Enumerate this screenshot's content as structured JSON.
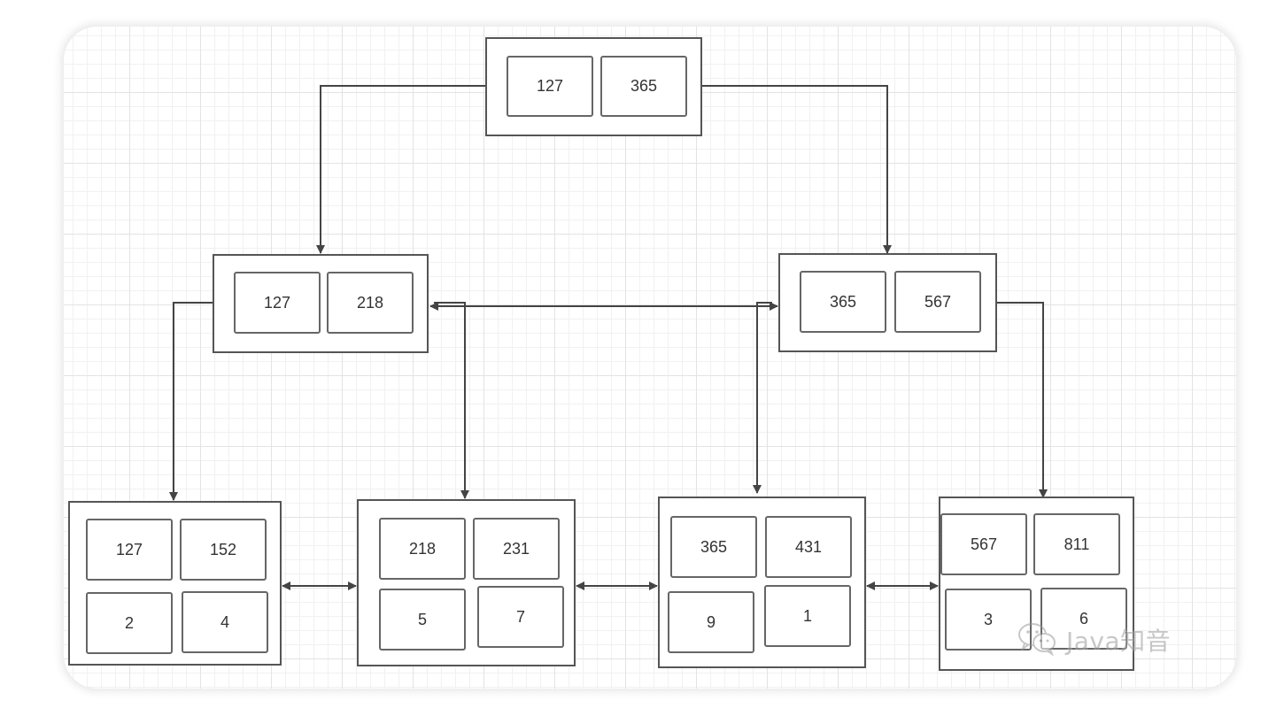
{
  "watermark": {
    "text": "Java知音",
    "icon": "wechat-icon",
    "color": "#9a9a9a"
  },
  "colors": {
    "node_border": "#555555",
    "cell_border": "#666666",
    "edge": "#444444",
    "text": "#333333"
  },
  "tree": {
    "root": {
      "keys": [
        "127",
        "365"
      ]
    },
    "internal": [
      {
        "keys": [
          "127",
          "218"
        ]
      },
      {
        "keys": [
          "365",
          "567"
        ]
      }
    ],
    "leaves": [
      {
        "keys": [
          "127",
          "152"
        ],
        "values": [
          "2",
          "4"
        ]
      },
      {
        "keys": [
          "218",
          "231"
        ],
        "values": [
          "5",
          "7"
        ]
      },
      {
        "keys": [
          "365",
          "431"
        ],
        "values": [
          "9",
          "1"
        ]
      },
      {
        "keys": [
          "567",
          "811"
        ],
        "values": [
          "3",
          "6"
        ]
      }
    ]
  }
}
